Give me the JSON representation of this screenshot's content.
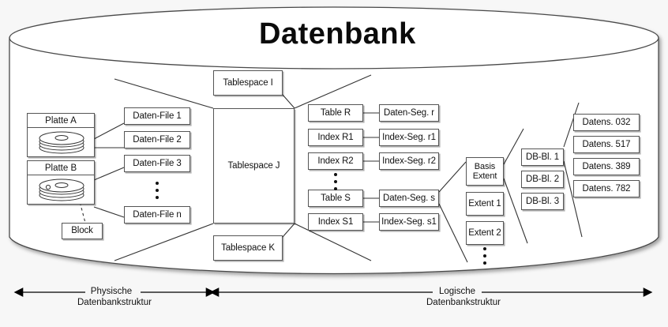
{
  "diagram": {
    "title": "Datenbank",
    "vertical_ellipsis_symbol": "⋮"
  },
  "physical": {
    "disks": [
      {
        "label": "Platte A",
        "icon": "disk-platter-icon"
      },
      {
        "label": "Platte B",
        "icon": "disk-platter-icon"
      }
    ],
    "block": {
      "label": "Block"
    },
    "data_files": [
      {
        "label": "Daten-File 1"
      },
      {
        "label": "Daten-File 2"
      },
      {
        "label": "Daten-File 3"
      },
      {
        "label": "Daten-File n"
      }
    ]
  },
  "tablespaces": [
    {
      "label": "Tablespace I"
    },
    {
      "label": "Tablespace J"
    },
    {
      "label": "Tablespace K"
    }
  ],
  "logical": {
    "objects": [
      {
        "label": "Table R"
      },
      {
        "label": "Index R1"
      },
      {
        "label": "Index R2"
      },
      {
        "label": "Table S"
      },
      {
        "label": "Index S1"
      }
    ],
    "segments": [
      {
        "label": "Daten-Seg. r"
      },
      {
        "label": "Index-Seg. r1"
      },
      {
        "label": "Index-Seg. r2"
      },
      {
        "label": "Daten-Seg. s"
      },
      {
        "label": "Index-Seg. s1"
      }
    ],
    "extents": [
      {
        "line1": "Basis",
        "line2": "Extent"
      },
      {
        "label": "Extent 1"
      },
      {
        "label": "Extent 2"
      }
    ],
    "db_blocks": [
      {
        "label": "DB-Bl. 1"
      },
      {
        "label": "DB-Bl. 2"
      },
      {
        "label": "DB-Bl. 3"
      }
    ],
    "records": [
      {
        "label": "Datens. 032"
      },
      {
        "label": "Datens. 517"
      },
      {
        "label": "Datens. 389"
      },
      {
        "label": "Datens. 782"
      }
    ]
  },
  "axes": [
    {
      "line1": "Physische",
      "line2": "Datenbankstruktur"
    },
    {
      "line1": "Logische",
      "line2": "Datenbankstruktur"
    }
  ],
  "colors": {
    "stroke": "#555555",
    "text": "#111111",
    "cylinder_stroke": "#4a4a4a",
    "background": "#ffffff"
  }
}
